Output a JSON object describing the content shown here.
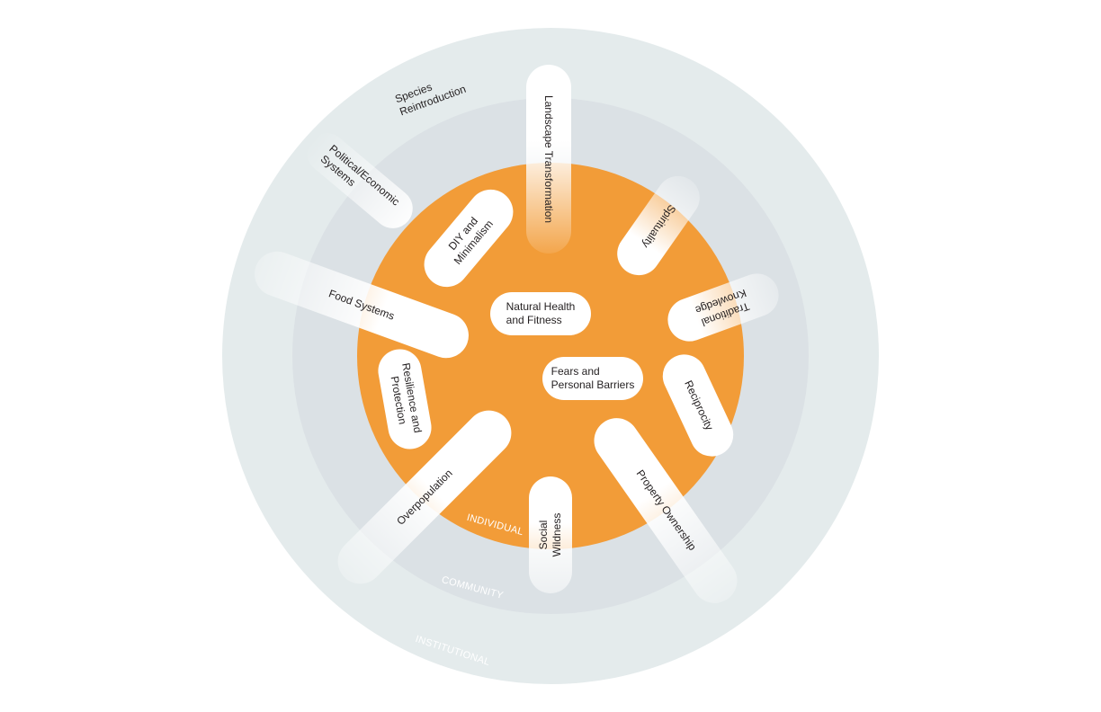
{
  "colors": {
    "institutional": "#e4ebec",
    "community": "#dbe1e5",
    "individual": "#f29c38",
    "pill": "#ffffff"
  },
  "rings": {
    "individual": "INDIVIDUAL",
    "community": "COMMUNITY",
    "institutional": "INSTITUTIONAL"
  },
  "center": {
    "natural_health": "Natural Health\nand Fitness",
    "fears": "Fears and\nPersonal Barriers"
  },
  "topics": {
    "species_reintroduction": "Species\nReintroduction",
    "political_economic": "Political/Economic\nSystems",
    "diy_minimalism": "DIY and\nMinimalism",
    "landscape_transformation": "Landscape Transformation",
    "spirituality": "Spirituality",
    "traditional_knowledge": "Traditional\nKnowledge",
    "food_systems": "Food Systems",
    "resilience": "Resilience and\nProtection",
    "reciprocity": "Reciprocity",
    "overpopulation": "Overpopulation",
    "social_wildness": "Social\nWildness",
    "property_ownership": "Property Ownership"
  }
}
